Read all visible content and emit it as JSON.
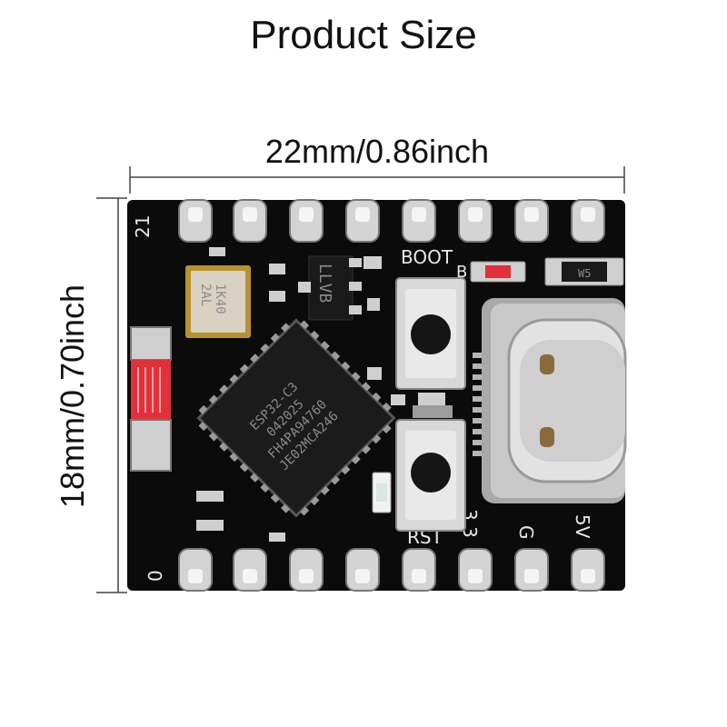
{
  "title": "Product Size",
  "dimensions": {
    "width_label": "22mm/0.86inch",
    "height_label": "18mm/0.70inch"
  },
  "board": {
    "silkscreen": {
      "pin_top_left": "21",
      "pin_bottom_left": "0",
      "boot": "BOOT",
      "boot_b": "B",
      "rst": "RST",
      "v33": "3.3",
      "gnd": "G",
      "v5": "5V"
    },
    "chip_lines": [
      "ESP32-C3",
      "042025",
      "FH4PA94760",
      "JE02MCA246"
    ],
    "crystal_lines": [
      "1K40",
      "2AL"
    ],
    "regulator_text": "LLVB",
    "diode_text": "W5"
  },
  "colors": {
    "board": "#0b0b0b",
    "pad": "#c9c9c9",
    "antenna": "#e0303a",
    "crystal": "#b8922e",
    "usb_c": "#bfbfbf"
  }
}
